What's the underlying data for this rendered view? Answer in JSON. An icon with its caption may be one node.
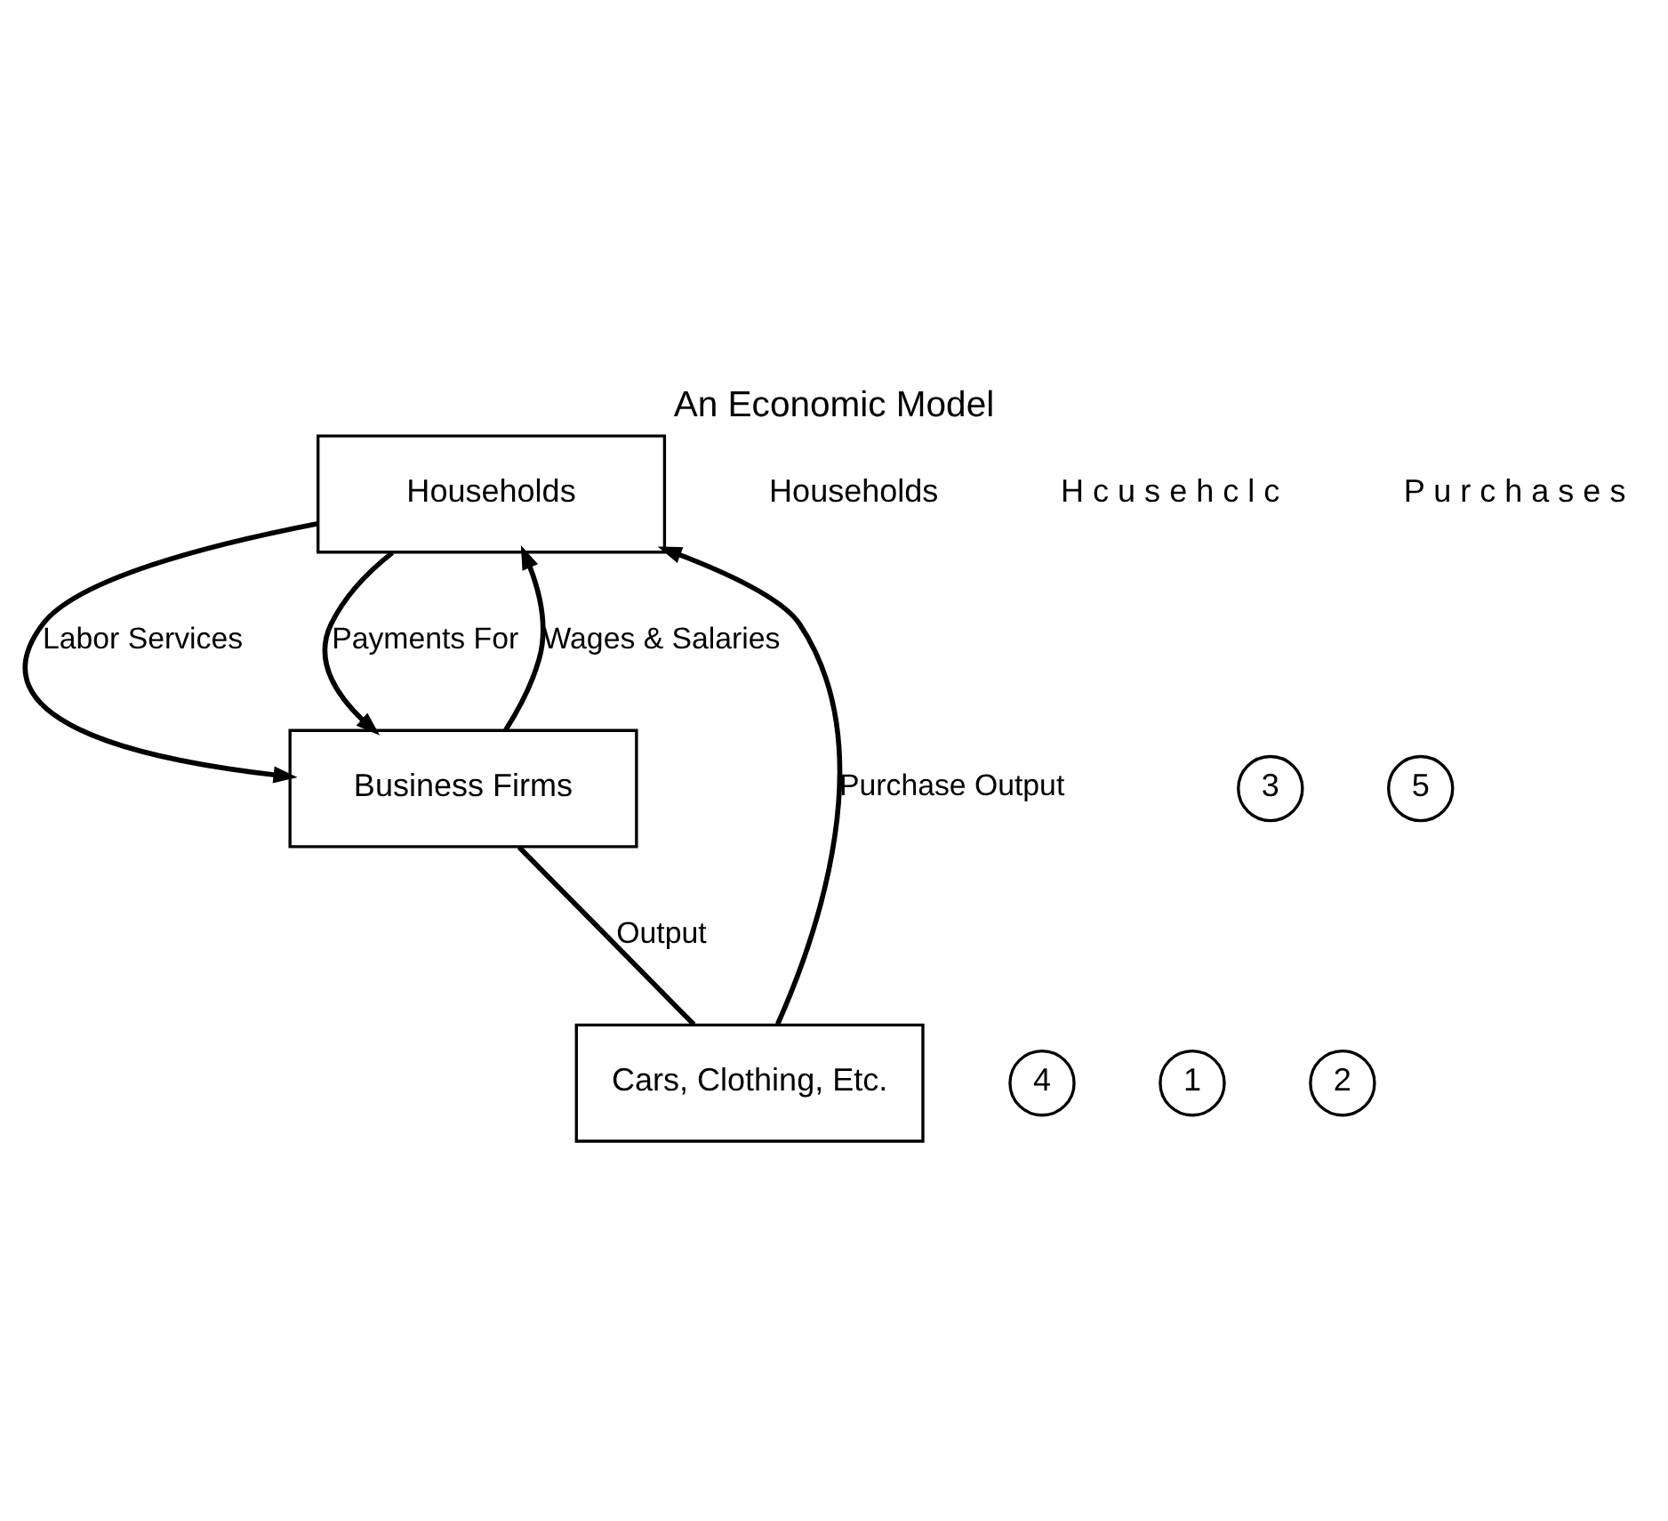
{
  "diagram": {
    "title": "An Economic Model",
    "nodes": [
      {
        "text": [
          "Households"
        ]
      },
      {
        "text": [
          "4"
        ]
      },
      {
        "text": [
          "Cars, Clothing, Etc."
        ]
      },
      {
        "text": [
          "1"
        ]
      },
      {
        "text": [
          "2"
        ]
      },
      {
        "text": [
          "3"
        ]
      },
      {
        "text": [
          "Business Firms"
        ]
      },
      {
        "text": [
          "5"
        ]
      }
    ],
    "edges": [
      {
        "from": 0,
        "to": 6,
        "arrow": "to",
        "label": "Labor Services"
      },
      {
        "from": 6,
        "to": 0,
        "arrow": "to",
        "label": "Wages & Salaries"
      },
      {
        "from": 6,
        "to": 2,
        "arrow": "none",
        "label": "Output"
      },
      {
        "from": 2,
        "to": 0,
        "arrow": "to",
        "label": "Purchase Output"
      },
      {
        "from": 0,
        "to": 6,
        "arrow": "to",
        "label": "Payments For"
      }
    ],
    "labels": [
      "Households",
      "H c u s e h c l c",
      "P u r c h a s e s"
    ]
  }
}
